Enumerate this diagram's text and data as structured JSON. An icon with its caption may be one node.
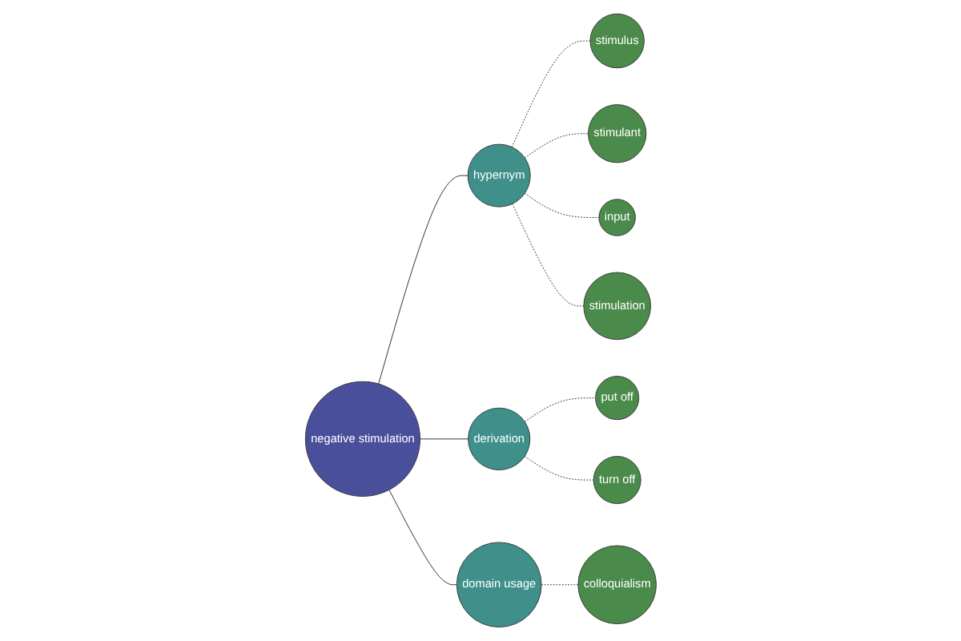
{
  "diagram": {
    "nodes": [
      {
        "text": [
          "negative stimulation"
        ]
      },
      {
        "text": [
          "hypernym"
        ]
      },
      {
        "text": [
          "stimulus"
        ]
      },
      {
        "text": [
          "stimulant"
        ]
      },
      {
        "text": [
          "input"
        ]
      },
      {
        "text": [
          "stimulation"
        ]
      },
      {
        "text": [
          "derivation"
        ]
      },
      {
        "text": [
          "put off"
        ]
      },
      {
        "text": [
          "turn off"
        ]
      },
      {
        "text": [
          "domain usage"
        ]
      },
      {
        "text": [
          "colloquialism"
        ]
      }
    ],
    "edges": [
      {
        "from": 0,
        "to": 1,
        "arrow": "none"
      },
      {
        "from": 1,
        "to": 2,
        "arrow": "none",
        "style": "dashed"
      },
      {
        "from": 1,
        "to": 3,
        "arrow": "none",
        "style": "dashed"
      },
      {
        "from": 1,
        "to": 4,
        "arrow": "none",
        "style": "dashed"
      },
      {
        "from": 1,
        "to": 5,
        "arrow": "none",
        "style": "dashed"
      },
      {
        "from": 0,
        "to": 6,
        "arrow": "none"
      },
      {
        "from": 6,
        "to": 7,
        "arrow": "none",
        "style": "dashed"
      },
      {
        "from": 6,
        "to": 8,
        "arrow": "none",
        "style": "dashed"
      },
      {
        "from": 0,
        "to": 9,
        "arrow": "none"
      },
      {
        "from": 9,
        "to": 10,
        "arrow": "none",
        "style": "dashed"
      }
    ]
  }
}
